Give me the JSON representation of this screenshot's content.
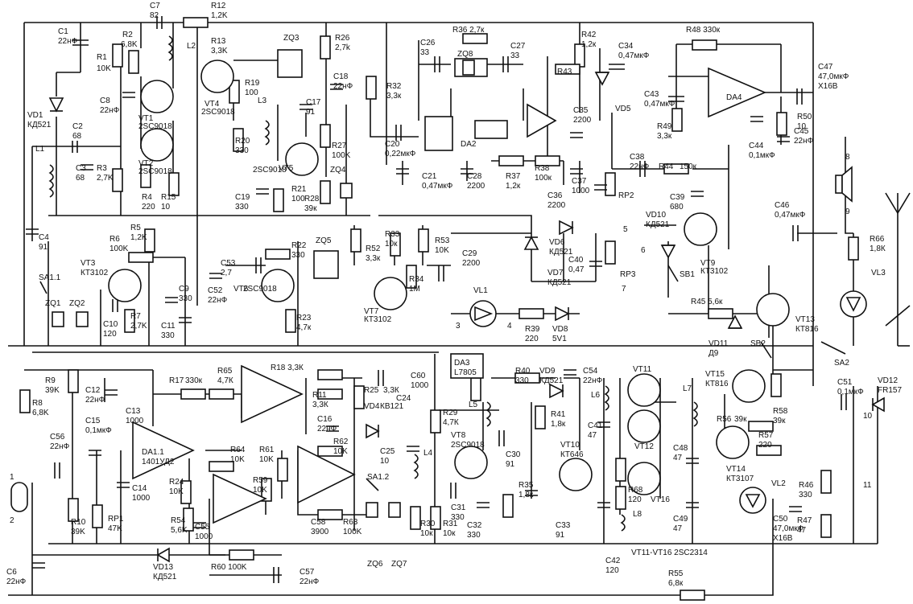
{
  "labels": [
    {
      "id": "c1",
      "t": "C1"
    },
    {
      "id": "c1v",
      "t": "22нФ"
    },
    {
      "id": "c7",
      "t": "C7"
    },
    {
      "id": "c7v",
      "t": "82"
    },
    {
      "id": "r12",
      "t": "R12"
    },
    {
      "id": "r12v",
      "t": "1,2K"
    },
    {
      "id": "r2",
      "t": "R2"
    },
    {
      "id": "r2v",
      "t": "6,8K"
    },
    {
      "id": "r1",
      "t": "R1"
    },
    {
      "id": "r1v",
      "t": "10K"
    },
    {
      "id": "l2",
      "t": "L2"
    },
    {
      "id": "c8",
      "t": "C8"
    },
    {
      "id": "c8v",
      "t": "22нФ"
    },
    {
      "id": "vt1",
      "t": "VT1"
    },
    {
      "id": "vt1v",
      "t": "2SC9018"
    },
    {
      "id": "vt2",
      "t": "VT2"
    },
    {
      "id": "vt2v",
      "t": "2SC9018"
    },
    {
      "id": "vd1",
      "t": "VD1"
    },
    {
      "id": "vd1v",
      "t": "КД521"
    },
    {
      "id": "c2",
      "t": "C2"
    },
    {
      "id": "c2v",
      "t": "68"
    },
    {
      "id": "l1",
      "t": "L1"
    },
    {
      "id": "c3",
      "t": "C3"
    },
    {
      "id": "c3v",
      "t": "68"
    },
    {
      "id": "r3",
      "t": "R3"
    },
    {
      "id": "r3v",
      "t": "2,7K"
    },
    {
      "id": "r4",
      "t": "R4"
    },
    {
      "id": "r4v",
      "t": "220"
    },
    {
      "id": "r15",
      "t": "R15"
    },
    {
      "id": "r15v",
      "t": "10"
    },
    {
      "id": "c4",
      "t": "C4"
    },
    {
      "id": "c4v",
      "t": "91"
    },
    {
      "id": "r13",
      "t": "R13"
    },
    {
      "id": "r13v",
      "t": "3,3K"
    },
    {
      "id": "zq3",
      "t": "ZQ3"
    },
    {
      "id": "r26",
      "t": "R26"
    },
    {
      "id": "r26v",
      "t": "2,7k"
    },
    {
      "id": "r19",
      "t": "R19"
    },
    {
      "id": "r19v",
      "t": "100"
    },
    {
      "id": "vt4",
      "t": "VT4"
    },
    {
      "id": "vt4v",
      "t": "2SC9018"
    },
    {
      "id": "c18",
      "t": "C18"
    },
    {
      "id": "c18v",
      "t": "22нФ"
    },
    {
      "id": "l3",
      "t": "L3"
    },
    {
      "id": "c17",
      "t": "C17"
    },
    {
      "id": "c17v",
      "t": "91"
    },
    {
      "id": "r20",
      "t": "R20"
    },
    {
      "id": "r20v",
      "t": "330"
    },
    {
      "id": "vt5",
      "t": "VT5"
    },
    {
      "id": "vt5v",
      "t": "2SC9018"
    },
    {
      "id": "r27",
      "t": "R27"
    },
    {
      "id": "r27v",
      "t": "100K"
    },
    {
      "id": "zq4",
      "t": "ZQ4"
    },
    {
      "id": "c19",
      "t": "C19"
    },
    {
      "id": "c19v",
      "t": "330"
    },
    {
      "id": "r21",
      "t": "R21"
    },
    {
      "id": "r21v",
      "t": "100"
    },
    {
      "id": "r28",
      "t": "R28"
    },
    {
      "id": "r28v",
      "t": "39к"
    },
    {
      "id": "r32",
      "t": "R32"
    },
    {
      "id": "r32v",
      "t": "3,3к"
    },
    {
      "id": "c26",
      "t": "C26"
    },
    {
      "id": "c26v",
      "t": "33"
    },
    {
      "id": "r36",
      "t": "R36 2,7к"
    },
    {
      "id": "zq8",
      "t": "ZQ8"
    },
    {
      "id": "c27",
      "t": "C27"
    },
    {
      "id": "c27v",
      "t": "33"
    },
    {
      "id": "r42",
      "t": "R42"
    },
    {
      "id": "r42v",
      "t": "1,2к"
    },
    {
      "id": "c34",
      "t": "C34"
    },
    {
      "id": "c34v",
      "t": "0,47мкФ"
    },
    {
      "id": "r48",
      "t": "R48  330к"
    },
    {
      "id": "c47",
      "t": "C47"
    },
    {
      "id": "c47v",
      "t": "47,0мкФ"
    },
    {
      "id": "c47w",
      "t": "Х16В"
    },
    {
      "id": "r43",
      "t": "R43"
    },
    {
      "id": "vd5",
      "t": "VD5"
    },
    {
      "id": "c35",
      "t": "C35"
    },
    {
      "id": "c35v",
      "t": "2200"
    },
    {
      "id": "da2",
      "t": "DA2"
    },
    {
      "id": "c20",
      "t": "C20"
    },
    {
      "id": "c20v",
      "t": "0,22мкФ"
    },
    {
      "id": "c21",
      "t": "C21"
    },
    {
      "id": "c21v",
      "t": "0,47мкФ"
    },
    {
      "id": "c28",
      "t": "C28"
    },
    {
      "id": "c28v",
      "t": "2200"
    },
    {
      "id": "r37",
      "t": "R37"
    },
    {
      "id": "r37v",
      "t": "1,2к"
    },
    {
      "id": "r38",
      "t": "R38"
    },
    {
      "id": "r38v",
      "t": "100к"
    },
    {
      "id": "c36",
      "t": "C36"
    },
    {
      "id": "c36v",
      "t": "2200"
    },
    {
      "id": "c37",
      "t": "C37"
    },
    {
      "id": "c37v",
      "t": "1000"
    },
    {
      "id": "c38",
      "t": "C38"
    },
    {
      "id": "c38v",
      "t": "22нФ"
    },
    {
      "id": "r44",
      "t": "R44"
    },
    {
      "id": "r44v",
      "t": "150к"
    },
    {
      "id": "rp2",
      "t": "RP2"
    },
    {
      "id": "c39",
      "t": "C39"
    },
    {
      "id": "c39v",
      "t": "680"
    },
    {
      "id": "c43",
      "t": "C43"
    },
    {
      "id": "c43v",
      "t": "0,47мкФ"
    },
    {
      "id": "r49",
      "t": "R49"
    },
    {
      "id": "r49v",
      "t": "3,3к"
    },
    {
      "id": "da4",
      "t": "DA4"
    },
    {
      "id": "c44",
      "t": "C44"
    },
    {
      "id": "c44v",
      "t": "0,1мкФ"
    },
    {
      "id": "r50",
      "t": "R50"
    },
    {
      "id": "r50v",
      "t": "10"
    },
    {
      "id": "c45",
      "t": "C45"
    },
    {
      "id": "c45v",
      "t": "22нФ"
    },
    {
      "id": "c46",
      "t": "C46"
    },
    {
      "id": "c46v",
      "t": "0,47мкФ"
    },
    {
      "id": "vd10",
      "t": "VD10"
    },
    {
      "id": "vd10v",
      "t": "КД521"
    },
    {
      "id": "r66",
      "t": "R66"
    },
    {
      "id": "r66v",
      "t": "1,8К"
    },
    {
      "id": "vl3",
      "t": "VL3"
    },
    {
      "id": "vt9",
      "t": "VT9"
    },
    {
      "id": "vt9v",
      "t": "КТ3102"
    },
    {
      "id": "sb1",
      "t": "SB1"
    },
    {
      "id": "r5",
      "t": "R5"
    },
    {
      "id": "r5v",
      "t": "1,2K"
    },
    {
      "id": "r6",
      "t": "R6"
    },
    {
      "id": "r6v",
      "t": "100K"
    },
    {
      "id": "vt3",
      "t": "VT3"
    },
    {
      "id": "vt3v",
      "t": "КТ3102"
    },
    {
      "id": "sa11",
      "t": "SA1.1"
    },
    {
      "id": "zq1",
      "t": "ZQ1"
    },
    {
      "id": "zq2",
      "t": "ZQ2"
    },
    {
      "id": "c10",
      "t": "C10"
    },
    {
      "id": "c10v",
      "t": "120"
    },
    {
      "id": "r7",
      "t": "R7"
    },
    {
      "id": "r7v",
      "t": "2,7K"
    },
    {
      "id": "c9",
      "t": "C9"
    },
    {
      "id": "c9v",
      "t": "330"
    },
    {
      "id": "c11",
      "t": "C11"
    },
    {
      "id": "c11v",
      "t": "330"
    },
    {
      "id": "c53",
      "t": "C53"
    },
    {
      "id": "c53v",
      "t": "2,7"
    },
    {
      "id": "c52",
      "t": "C52"
    },
    {
      "id": "c52v",
      "t": "22нФ"
    },
    {
      "id": "vt6",
      "t": "VT6"
    },
    {
      "id": "vt6v",
      "t": "2SC9018"
    },
    {
      "id": "r22",
      "t": "R22"
    },
    {
      "id": "r22v",
      "t": "330"
    },
    {
      "id": "zq5",
      "t": "ZQ5"
    },
    {
      "id": "r23",
      "t": "R23"
    },
    {
      "id": "r23v",
      "t": "4,7к"
    },
    {
      "id": "r52",
      "t": "R52"
    },
    {
      "id": "r52v",
      "t": "3,3к"
    },
    {
      "id": "r33",
      "t": "R33"
    },
    {
      "id": "r33v",
      "t": "10к"
    },
    {
      "id": "r53",
      "t": "R53"
    },
    {
      "id": "r53v",
      "t": "10K"
    },
    {
      "id": "r34",
      "t": "R34"
    },
    {
      "id": "r34v",
      "t": "1М"
    },
    {
      "id": "vt7",
      "t": "VT7"
    },
    {
      "id": "vt7v",
      "t": "КТ3102"
    },
    {
      "id": "c29",
      "t": "C29"
    },
    {
      "id": "c29v",
      "t": "2200"
    },
    {
      "id": "vd6",
      "t": "VD6"
    },
    {
      "id": "vd6v",
      "t": "КД521"
    },
    {
      "id": "vd7",
      "t": "VD7"
    },
    {
      "id": "vd7v",
      "t": "КД521"
    },
    {
      "id": "c40",
      "t": "C40"
    },
    {
      "id": "c40v",
      "t": "0,47"
    },
    {
      "id": "rp3",
      "t": "RP3"
    },
    {
      "id": "vl1",
      "t": "VL1"
    },
    {
      "id": "r39",
      "t": "R39"
    },
    {
      "id": "r39v",
      "t": "220"
    },
    {
      "id": "vd8",
      "t": "VD8"
    },
    {
      "id": "vd8v",
      "t": "5V1"
    },
    {
      "id": "r45",
      "t": "R45  5,6к"
    },
    {
      "id": "vd11",
      "t": "VD11"
    },
    {
      "id": "vd11v",
      "t": "Д9"
    },
    {
      "id": "sb2",
      "t": "SB2"
    },
    {
      "id": "vt13",
      "t": "VT13"
    },
    {
      "id": "vt13v",
      "t": "КТ816"
    },
    {
      "id": "sa2",
      "t": "SA2"
    },
    {
      "id": "r9",
      "t": "R9"
    },
    {
      "id": "r9v",
      "t": "39K"
    },
    {
      "id": "r8",
      "t": "R8"
    },
    {
      "id": "r8v",
      "t": "6,8K"
    },
    {
      "id": "c12",
      "t": "C12"
    },
    {
      "id": "c12v",
      "t": "22нФ"
    },
    {
      "id": "r17",
      "t": "R17"
    },
    {
      "id": "r17v",
      "t": "330к"
    },
    {
      "id": "r65",
      "t": "R65"
    },
    {
      "id": "r65v",
      "t": "4,7К"
    },
    {
      "id": "r18",
      "t": "R18 3,3К"
    },
    {
      "id": "c60",
      "t": "C60"
    },
    {
      "id": "c60v",
      "t": "1000"
    },
    {
      "id": "da3",
      "t": "DA3"
    },
    {
      "id": "da3v",
      "t": "L7805"
    },
    {
      "id": "c13",
      "t": "C13"
    },
    {
      "id": "c13v",
      "t": "1000"
    },
    {
      "id": "c15",
      "t": "C15"
    },
    {
      "id": "c15v",
      "t": "0,1мкФ"
    },
    {
      "id": "c56",
      "t": "C56"
    },
    {
      "id": "c56v",
      "t": "22нФ"
    },
    {
      "id": "da11",
      "t": "DA1.1"
    },
    {
      "id": "da11v",
      "t": "1401УД2"
    },
    {
      "id": "r11",
      "t": "R11"
    },
    {
      "id": "r11v",
      "t": "3,3К"
    },
    {
      "id": "r25",
      "t": "R25"
    },
    {
      "id": "r25v",
      "t": "3,3К"
    },
    {
      "id": "c24",
      "t": "C24"
    },
    {
      "id": "vd4",
      "t": "VD4"
    },
    {
      "id": "vd4v",
      "t": "КВ121"
    },
    {
      "id": "c16",
      "t": "C16"
    },
    {
      "id": "c16v",
      "t": "22нФ"
    },
    {
      "id": "r62",
      "t": "R62"
    },
    {
      "id": "r62v",
      "t": "10K"
    },
    {
      "id": "r64",
      "t": "R64"
    },
    {
      "id": "r64v",
      "t": "10K"
    },
    {
      "id": "r61",
      "t": "R61"
    },
    {
      "id": "r61v",
      "t": "10K"
    },
    {
      "id": "r59",
      "t": "R59"
    },
    {
      "id": "r59v",
      "t": "10K"
    },
    {
      "id": "c14",
      "t": "C14"
    },
    {
      "id": "c14v",
      "t": "1000"
    },
    {
      "id": "r24",
      "t": "R24"
    },
    {
      "id": "r24v",
      "t": "10K"
    },
    {
      "id": "rp1",
      "t": "RP1"
    },
    {
      "id": "rp1v",
      "t": "47K"
    },
    {
      "id": "r10",
      "t": "R10"
    },
    {
      "id": "r10v",
      "t": "39K"
    },
    {
      "id": "r54",
      "t": "R54"
    },
    {
      "id": "r54v",
      "t": "5,6K"
    },
    {
      "id": "c55",
      "t": "C55"
    },
    {
      "id": "c55v",
      "t": "1000"
    },
    {
      "id": "c58",
      "t": "C58"
    },
    {
      "id": "c58v",
      "t": "3900"
    },
    {
      "id": "r63",
      "t": "R63"
    },
    {
      "id": "r63v",
      "t": "100K"
    },
    {
      "id": "r60",
      "t": "R60  100K"
    },
    {
      "id": "c57",
      "t": "C57"
    },
    {
      "id": "c57v",
      "t": "22нФ"
    },
    {
      "id": "vd13",
      "t": "VD13"
    },
    {
      "id": "vd13v",
      "t": "КД521"
    },
    {
      "id": "c6",
      "t": "C6"
    },
    {
      "id": "c6v",
      "t": "22нФ"
    },
    {
      "id": "c25",
      "t": "C25"
    },
    {
      "id": "c25v",
      "t": "10"
    },
    {
      "id": "l4",
      "t": "L4"
    },
    {
      "id": "sa12",
      "t": "SA1.2"
    },
    {
      "id": "zq6",
      "t": "ZQ6"
    },
    {
      "id": "zq7",
      "t": "ZQ7"
    },
    {
      "id": "r29",
      "t": "R29"
    },
    {
      "id": "r29v",
      "t": "4,7К"
    },
    {
      "id": "l5",
      "t": "L5"
    },
    {
      "id": "vt8",
      "t": "VT8"
    },
    {
      "id": "vt8v",
      "t": "2SC9018"
    },
    {
      "id": "c30",
      "t": "C30"
    },
    {
      "id": "c30v",
      "t": "91"
    },
    {
      "id": "c31",
      "t": "C31"
    },
    {
      "id": "c31v",
      "t": "330"
    },
    {
      "id": "c32",
      "t": "C32"
    },
    {
      "id": "c32v",
      "t": "330"
    },
    {
      "id": "r30",
      "t": "R30"
    },
    {
      "id": "r30v",
      "t": "10к"
    },
    {
      "id": "r31",
      "t": "R31"
    },
    {
      "id": "r31v",
      "t": "10к"
    },
    {
      "id": "r35",
      "t": "R35"
    },
    {
      "id": "r35v",
      "t": "1,8к"
    },
    {
      "id": "r40",
      "t": "R40"
    },
    {
      "id": "r40v",
      "t": "330"
    },
    {
      "id": "vd9",
      "t": "VD9"
    },
    {
      "id": "vd9v",
      "t": "КД521"
    },
    {
      "id": "c54",
      "t": "C54"
    },
    {
      "id": "c54v",
      "t": "22нФ"
    },
    {
      "id": "r41",
      "t": "R41"
    },
    {
      "id": "r41v",
      "t": "1,8к"
    },
    {
      "id": "vt10",
      "t": "VT10"
    },
    {
      "id": "vt10v",
      "t": "КТ646"
    },
    {
      "id": "c33",
      "t": "C33"
    },
    {
      "id": "c33v",
      "t": "91"
    },
    {
      "id": "l6",
      "t": "L6"
    },
    {
      "id": "c41",
      "t": "C41"
    },
    {
      "id": "c41v",
      "t": "47"
    },
    {
      "id": "vt11",
      "t": "VT11"
    },
    {
      "id": "vt12",
      "t": "VT12"
    },
    {
      "id": "vt16",
      "t": "VT16"
    },
    {
      "id": "r68",
      "t": "R68"
    },
    {
      "id": "r68v",
      "t": "120"
    },
    {
      "id": "l8",
      "t": "L8"
    },
    {
      "id": "c42",
      "t": "C42"
    },
    {
      "id": "c42v",
      "t": "120"
    },
    {
      "id": "vtnote",
      "t": "VT11-VT16 2SC2314"
    },
    {
      "id": "l7",
      "t": "L7"
    },
    {
      "id": "vt15",
      "t": "VT15"
    },
    {
      "id": "vt15v",
      "t": "КТ816"
    },
    {
      "id": "c48",
      "t": "C48"
    },
    {
      "id": "c48v",
      "t": "47"
    },
    {
      "id": "c49",
      "t": "C49"
    },
    {
      "id": "c49v",
      "t": "47"
    },
    {
      "id": "r56",
      "t": "R56"
    },
    {
      "id": "r56v",
      "t": "39к"
    },
    {
      "id": "r58",
      "t": "R58"
    },
    {
      "id": "r58v",
      "t": "39к"
    },
    {
      "id": "r57",
      "t": "R57"
    },
    {
      "id": "r57v",
      "t": "220"
    },
    {
      "id": "vt14",
      "t": "VT14"
    },
    {
      "id": "vt14v",
      "t": "КТ3107"
    },
    {
      "id": "vl2",
      "t": "VL2"
    },
    {
      "id": "c50",
      "t": "C50"
    },
    {
      "id": "c50v",
      "t": "47,0мкФ"
    },
    {
      "id": "c50w",
      "t": "Х16В"
    },
    {
      "id": "r46",
      "t": "R46"
    },
    {
      "id": "r46v",
      "t": "330"
    },
    {
      "id": "r47",
      "t": "R47"
    },
    {
      "id": "r47v",
      "t": "47"
    },
    {
      "id": "c51",
      "t": "C51"
    },
    {
      "id": "c51v",
      "t": "0,1мкФ"
    },
    {
      "id": "vd12",
      "t": "VD12"
    },
    {
      "id": "vd12v",
      "t": "FR157"
    },
    {
      "id": "r55",
      "t": "R55"
    },
    {
      "id": "r55v",
      "t": "6,8к"
    }
  ],
  "pins": [
    {
      "id": "p1",
      "t": "1"
    },
    {
      "id": "p2",
      "t": "2"
    },
    {
      "id": "p3",
      "t": "3"
    },
    {
      "id": "p4",
      "t": "4"
    },
    {
      "id": "p5",
      "t": "5"
    },
    {
      "id": "p6",
      "t": "6"
    },
    {
      "id": "p7",
      "t": "7"
    },
    {
      "id": "p8",
      "t": "8"
    },
    {
      "id": "p9",
      "t": "9"
    },
    {
      "id": "p10",
      "t": "10"
    },
    {
      "id": "p11",
      "t": "11"
    }
  ]
}
